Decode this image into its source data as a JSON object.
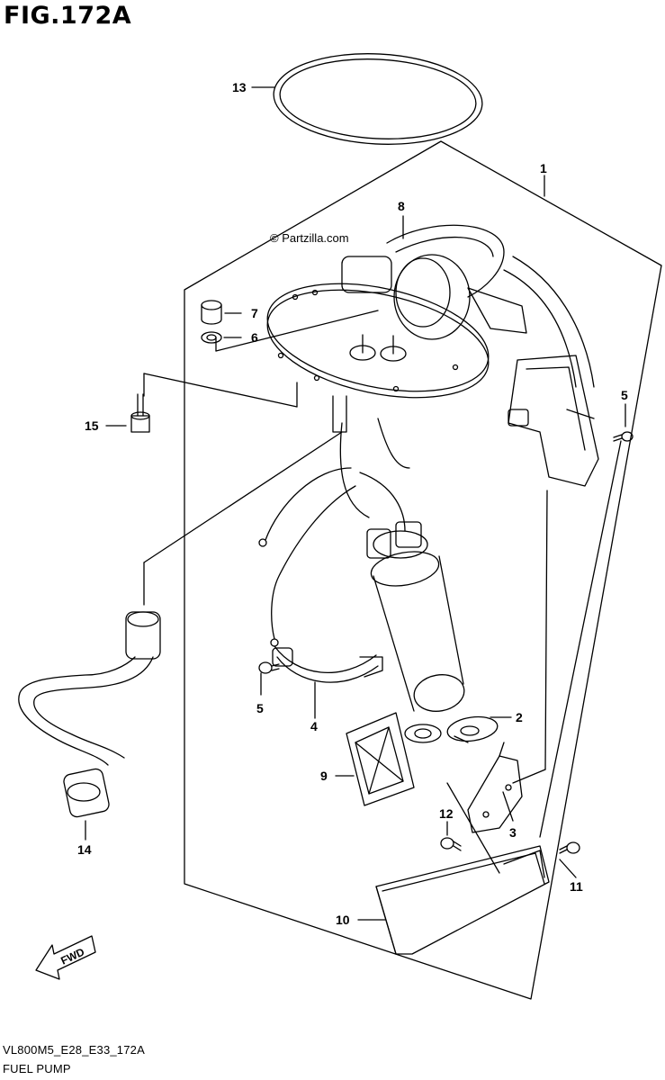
{
  "figure": {
    "title": "FIG.172A",
    "model_code": "VL800M5_E28_E33_172A",
    "section_name": "FUEL PUMP",
    "watermark": "© Partzilla.com",
    "fwd_label": "FWD"
  },
  "callouts": [
    "1",
    "2",
    "3",
    "4",
    "5",
    "5",
    "6",
    "7",
    "8",
    "9",
    "10",
    "11",
    "12",
    "13",
    "14",
    "15"
  ],
  "parts": [
    {
      "ref": "1",
      "part": "fuel-pump-assembly"
    },
    {
      "ref": "2",
      "part": "pump-cushion"
    },
    {
      "ref": "3",
      "part": "bracket-plate"
    },
    {
      "ref": "4",
      "part": "pump-band"
    },
    {
      "ref": "5",
      "part": "screw"
    },
    {
      "ref": "6",
      "part": "washer"
    },
    {
      "ref": "7",
      "part": "nut"
    },
    {
      "ref": "8",
      "part": "fuel-hose"
    },
    {
      "ref": "9",
      "part": "fuel-filter"
    },
    {
      "ref": "10",
      "part": "protector"
    },
    {
      "ref": "11",
      "part": "bolt"
    },
    {
      "ref": "12",
      "part": "bolt"
    },
    {
      "ref": "13",
      "part": "o-ring-gasket"
    },
    {
      "ref": "14",
      "part": "fuel-feed-hose"
    },
    {
      "ref": "15",
      "part": "bolt"
    }
  ]
}
